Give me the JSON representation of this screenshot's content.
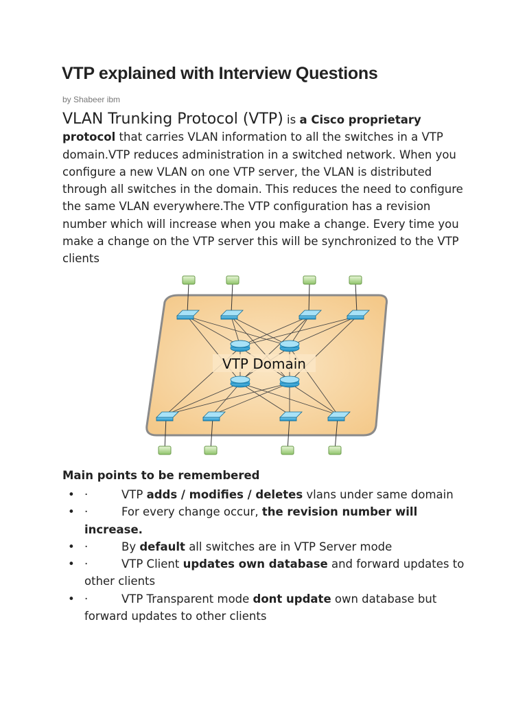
{
  "title": "VTP explained with Interview Questions",
  "byline": "by Shabeer ibm",
  "intro": {
    "lead": "VLAN Trunking Protocol (VTP)",
    "is": " is ",
    "bold1": "a Cisco proprietary protocol",
    "rest": " that carries VLAN information to all the switches in a VTP domain.VTP reduces administration in a switched network. When you configure a new VLAN on one VTP server, the VLAN is distributed through all switches in the domain. This reduces the need to configure the same VLAN everywhere.The VTP configuration has a revision number which will increase when you make a change. Every time you make a change on the VTP server this will be synchronized to the VTP clients"
  },
  "diagram": {
    "label": "VTP Domain"
  },
  "points_heading": "Main points to be remembered",
  "points": [
    {
      "pre": "VTP ",
      "bold": "adds / modifies / deletes",
      "post": " vlans under same domain"
    },
    {
      "pre": "For every change occur, ",
      "bold": "the revision number will increase.",
      "post": ""
    },
    {
      "pre": "By ",
      "bold": "default",
      "post": " all switches are in VTP Server mode"
    },
    {
      "pre": "VTP Client ",
      "bold": "updates own database",
      "post": " and forward updates to other clients"
    },
    {
      "pre": "VTP Transparent mode ",
      "bold": "dont update",
      "post": " own database but forward updates to other clients"
    }
  ],
  "bullet_glyph": "•",
  "middot_glyph": "·"
}
